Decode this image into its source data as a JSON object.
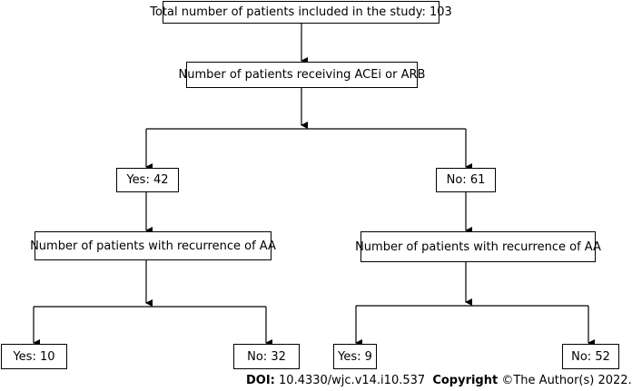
{
  "flowchart": {
    "total": "Total number of patients included in the study: 103",
    "receiving": "Number of patients receiving ACEi or ARB",
    "left_branch": {
      "label": "Yes: 42",
      "recurrence": "Number of patients with recurrence of AA",
      "yes": "Yes: 10",
      "no": "No: 32"
    },
    "right_branch": {
      "label": "No: 61",
      "recurrence": "Number of patients with recurrence of AA",
      "yes": "Yes: 9",
      "no": "No: 52"
    }
  },
  "footer": {
    "doi_label": "DOI:",
    "doi_value": "10.4330/wjc.v14.i10.537",
    "copyright_label": "Copyright",
    "copyright_value": "©The Author(s) 2022."
  }
}
